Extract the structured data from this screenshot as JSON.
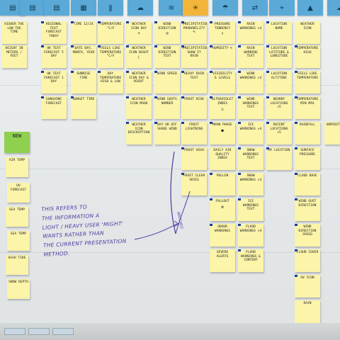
{
  "header_icons": [
    {
      "icon": "document-icon"
    },
    {
      "icon": "document-icon"
    },
    {
      "icon": "document-icon"
    },
    {
      "icon": "calendar-icon"
    },
    {
      "icon": "thermometer-icon"
    },
    {
      "icon": "cloud-icon"
    },
    {
      "icon": "wind-icon"
    },
    {
      "icon": "sun-icon"
    },
    {
      "icon": "umbrella-icon"
    },
    {
      "icon": "arrows-icon"
    },
    {
      "icon": "location-pin-icon"
    },
    {
      "icon": "mountain-icon"
    },
    {
      "icon": "cloud-icon"
    }
  ],
  "notes": [
    {
      "text": "HIGHER THE LOW THE TIME",
      "mark": false
    },
    {
      "text": "REGIONAL TEXT FORECAST TODAY",
      "mark": true
    },
    {
      "text": "TIME 12/24",
      "mark": true
    },
    {
      "text": "TEMPERATURE °C/F",
      "mark": true
    },
    {
      "text": "WEATHER ICON DAY",
      "mark": true,
      "icon": "☀"
    },
    {
      "text": "WIND DIRECTION",
      "mark": true,
      "icon": "⊘"
    },
    {
      "text": "PRECIPITATION PROBABILITY %",
      "mark": true
    },
    {
      "text": "PRESSURE TENDENCY",
      "mark": true,
      "icon": "↑"
    },
    {
      "text": "RAIN WARNINGS ×4",
      "mark": true
    },
    {
      "text": "LOCATION NAME",
      "mark": true
    },
    {
      "text": "WEATHER ICON",
      "mark": false
    },
    {
      "text": "HEIGHT IN METERS / FEET",
      "mark": false
    },
    {
      "text": "UK TEXT FORECAST 5 DAY",
      "mark": true
    },
    {
      "text": "DATE DAY, MONTH, YEAR",
      "mark": true
    },
    {
      "text": "FEELS LIKE TEMPERATURE °C/F",
      "mark": true
    },
    {
      "text": "WEATHER ICON NIGHT",
      "mark": true,
      "icon": "☾"
    },
    {
      "text": "WIND DIRECTION TEXT",
      "mark": true
    },
    {
      "text": "PRECIPITATION SHOW IT RAIN",
      "mark": true
    },
    {
      "text": "HUMIDITY %",
      "mark": true
    },
    {
      "text": "RAIN WARNING TEXT",
      "mark": true
    },
    {
      "text": "LOCATION LATITUDE & LONGITUDE",
      "mark": true
    },
    {
      "text": "TEMPERATURE HIGH",
      "mark": true
    },
    {
      "text": "UK TEXT FORECAST 1 DAY",
      "mark": true
    },
    {
      "text": "SUNRISE TIME",
      "mark": true
    },
    {
      "text": "DAY TEMPERATURE HIGH & LOW",
      "mark": true
    },
    {
      "text": "WEATHER ICON DAY & NIGHT",
      "mark": true
    },
    {
      "text": "WIND SPEED",
      "mark": true
    },
    {
      "text": "HEAVY RAIN TEXT",
      "mark": true
    },
    {
      "text": "VISIBILITY 6 LEVELS",
      "mark": true
    },
    {
      "text": "WIND WARNINGS ×4",
      "mark": true
    },
    {
      "text": "LOCATION ALTITUDE",
      "mark": true
    },
    {
      "text": "FEELS LIKE TEMPERATURE",
      "mark": true
    },
    {
      "text": "SUNSHINE FORECAST",
      "mark": true
    },
    {
      "text": "SUNSET TIME",
      "mark": true
    },
    {
      "text": "WEATHER ICON MOOD",
      "mark": true
    },
    {
      "text": "WIND GUSTS NUMBER",
      "mark": true
    },
    {
      "text": "FROST RISK",
      "mark": true
    },
    {
      "text": "ULTRAVIOLET INDEX",
      "mark": true,
      "icon": "△"
    },
    {
      "text": "WIND WARNINGS TEXT",
      "mark": true
    },
    {
      "text": "NEARBY LOCATIONS ×5",
      "mark": true
    },
    {
      "text": "TEMPERATURE MIN MAX",
      "mark": true
    },
    {
      "text": "WEATHER ICON DESCRIPTION",
      "mark": true
    },
    {
      "text": "DAY OR OFF SHADE WIND",
      "mark": true
    },
    {
      "text": "FROST LIGHTNING",
      "mark": true
    },
    {
      "text": "MOON PHASE",
      "mark": true,
      "icon": "●"
    },
    {
      "text": "ICE WARNINGS ×4",
      "mark": true
    },
    {
      "text": "RECENT LOCATIONS ×5",
      "mark": true
    },
    {
      "text": "RAINFALL",
      "mark": true
    },
    {
      "text": "HUMIDITY OF",
      "mark": false
    },
    {
      "text": "FROST HIGH",
      "mark": true
    },
    {
      "text": "DAILY AIR QUALITY INDEX",
      "mark": false
    },
    {
      "text": "SNOW WARNINGS TEXT",
      "mark": true
    },
    {
      "text": "MY LOCATION",
      "mark": true
    },
    {
      "text": "SURFACE PRESSURE",
      "mark": true
    },
    {
      "text": "FROST CLEAR SKIES",
      "mark": true
    },
    {
      "text": "POLLEN",
      "mark": true
    },
    {
      "text": "SNOW WARNINGS ×4",
      "mark": true
    },
    {
      "text": "CLOUD BASE",
      "mark": true
    },
    {
      "text": "FALLOUT",
      "mark": true,
      "icon": "☢"
    },
    {
      "text": "ICE WARNINGS TEXT",
      "mark": true
    },
    {
      "text": "WIND GUST DIRECTION",
      "mark": true
    },
    {
      "text": "ODOUR WARNINGS",
      "mark": true
    },
    {
      "text": "FLOOD WARNINGS ×4",
      "mark": true
    },
    {
      "text": "WIND DIRECTION SPEED",
      "mark": true
    },
    {
      "text": "SEVERE ALERTS",
      "mark": false
    },
    {
      "text": "FLOOD WARNINGS & CONTENT",
      "mark": true
    },
    {
      "text": "CLOUD COVER",
      "mark": true
    },
    {
      "text": "UV ICON",
      "mark": true
    },
    {
      "text": "RAIN",
      "mark": false
    }
  ],
  "left_column": {
    "header": "NEW",
    "items": [
      {
        "text": "AIR TEMP"
      },
      {
        "text": "UV FORECAST"
      },
      {
        "text": "SEA TEMP"
      },
      {
        "text": "SEA TEMP"
      },
      {
        "text": "HIGH TIDE"
      },
      {
        "text": "SNOW DEPTH"
      }
    ]
  },
  "annotation": {
    "lines": [
      "THIS REFERS TO",
      "THE INFORMATION A",
      "LIGHT / HEAVY USER 'MIGHT'",
      "WANTS RATHER THAN",
      "THE CURRENT PRESENTATION",
      "METHOD."
    ],
    "side_label": "WATCHED"
  },
  "colors": {
    "note_yellow": "#fbf4a9",
    "note_green": "#8fd14f",
    "header_blue": "#5aa9d6",
    "header_orange": "#f2b53a",
    "marker_blue": "#1b3e9c",
    "ink_purple": "#4b3aa4"
  }
}
